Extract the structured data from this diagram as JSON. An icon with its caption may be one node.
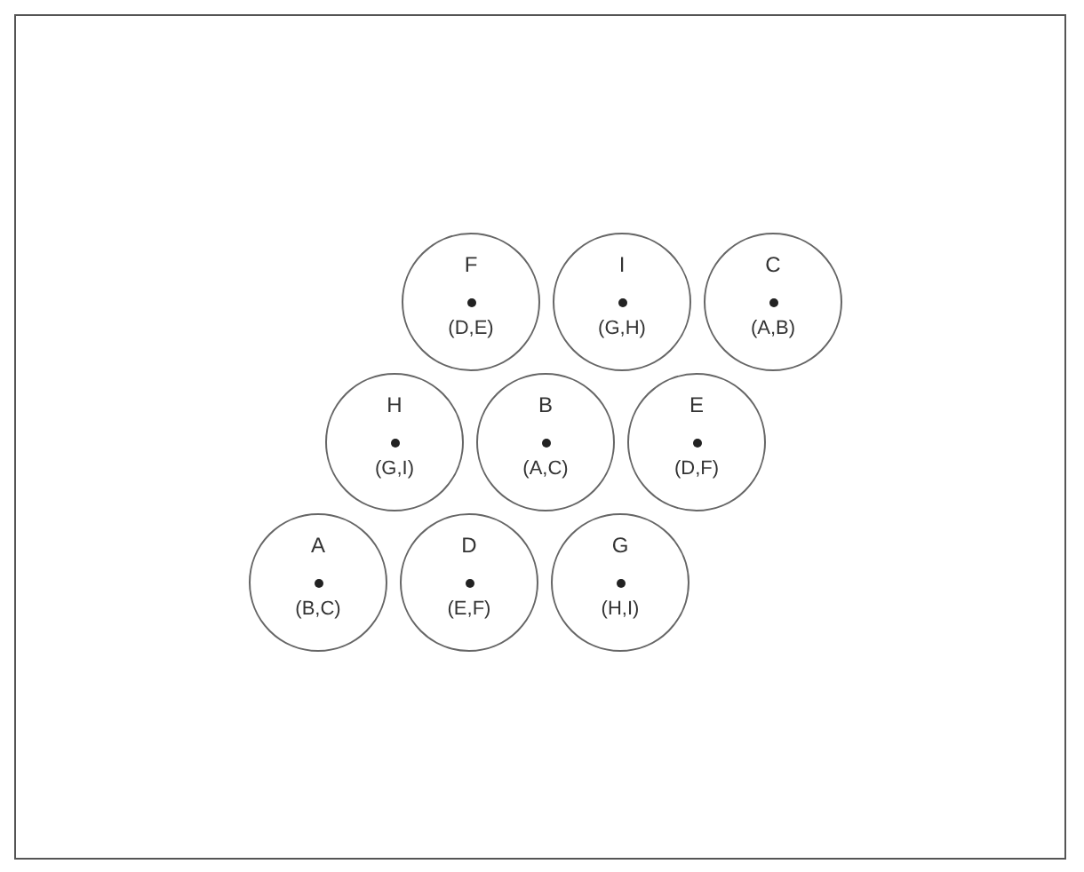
{
  "diagram": {
    "nodes": [
      {
        "text": [
          "F",
          "(D,E)"
        ]
      },
      {
        "text": [
          "I",
          "(G,H)"
        ]
      },
      {
        "text": [
          "C",
          "(A,B)"
        ]
      },
      {
        "text": [
          "H",
          "(G,I)"
        ]
      },
      {
        "text": [
          "B",
          "(A,C)"
        ]
      },
      {
        "text": [
          "E",
          "(D,F)"
        ]
      },
      {
        "text": [
          "A",
          "(B,C)"
        ]
      },
      {
        "text": [
          "D",
          "(E,F)"
        ]
      },
      {
        "text": [
          "G",
          "(H,I)"
        ]
      }
    ]
  }
}
